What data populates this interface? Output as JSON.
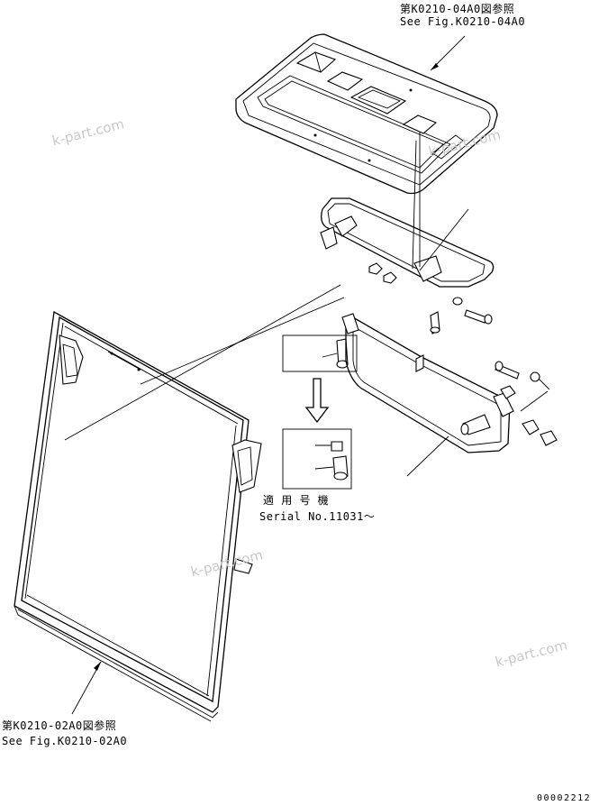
{
  "labels": {
    "top_ref_jp": "第K0210-04A0図参照",
    "top_ref_en": "See Fig.K0210-04A0",
    "bottom_ref_jp": "第K0210-02A0図参照",
    "bottom_ref_en": "See Fig.K0210-02A0",
    "serial_jp": "適 用 号 機",
    "serial_en": "Serial No.11031～",
    "page_code": "00002212"
  },
  "watermarks": [
    "k-part.com",
    "k-part.com",
    "k-part.com",
    "k-part.com"
  ]
}
